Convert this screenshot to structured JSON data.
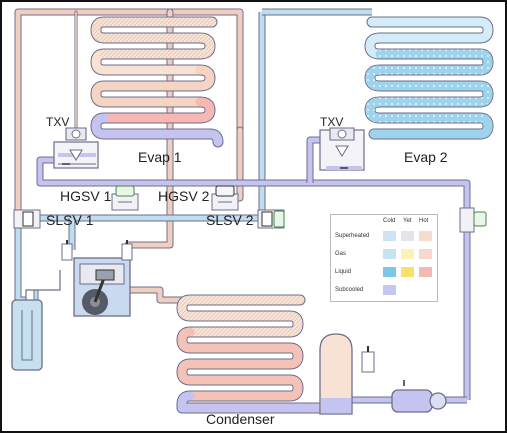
{
  "labels": {
    "txv_left": "TXV",
    "txv_right": "TXV",
    "evap1": "Evap 1",
    "evap2": "Evap 2",
    "hgsv1": "HGSV 1",
    "hgsv2": "HGSV 2",
    "slsv1": "SLSV 1",
    "slsv2": "SLSV 2",
    "condenser": "Condenser"
  },
  "legend": {
    "columns": [
      "Cold",
      "Yet",
      "Hot"
    ],
    "rows": [
      "Superheated",
      "Gas",
      "Liquid",
      "Subcooled"
    ],
    "colors": {
      "superheated": [
        "#cfe3f4",
        "#e4e4ec",
        "#f6dccc"
      ],
      "gas": [
        "#c6e3f2",
        "#fbf3b6",
        "#f6d9cc"
      ],
      "liquid": [
        "#7fc5e8",
        "#f8e06a",
        "#f5b8b2"
      ],
      "subcooled": [
        "#c7c6f2"
      ]
    }
  },
  "pipe_colors": {
    "hot_gas": "#f0cfc0",
    "suction": "#c0dcef",
    "liquid": "#c5c4f1",
    "evap_fill": "#d3ecf8",
    "cond_hot": "#f4c2b6",
    "outline": "#6d6d8a"
  }
}
